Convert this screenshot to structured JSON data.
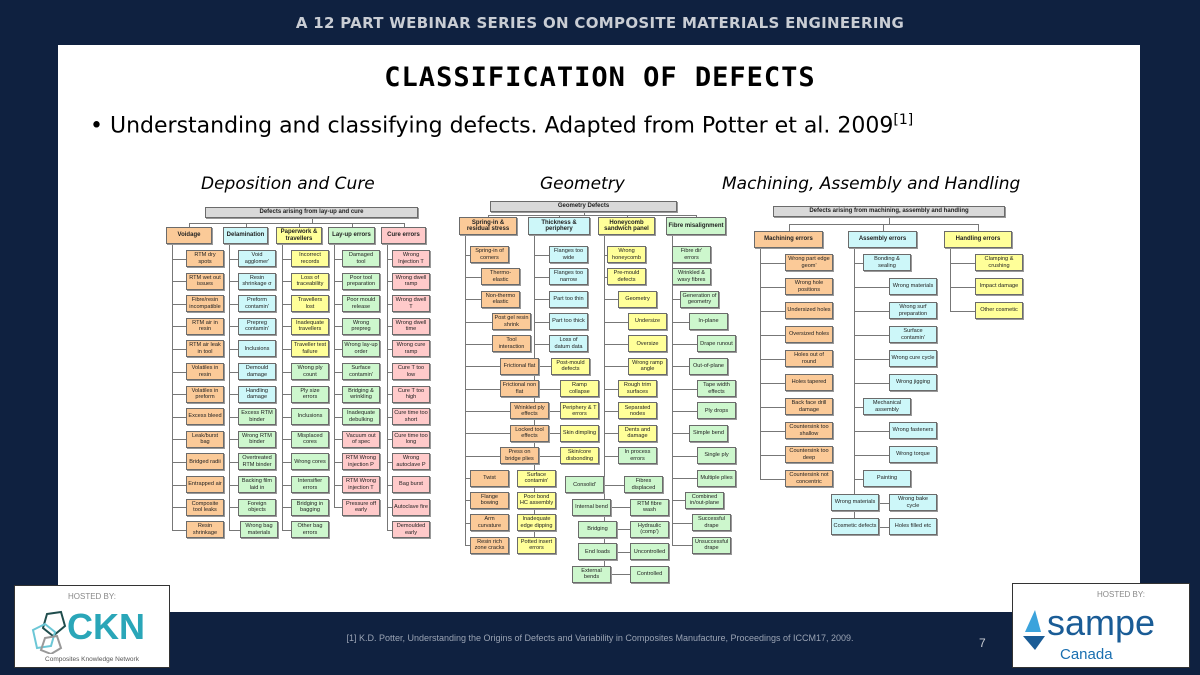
{
  "series_title": "A 12 PART WEBINAR SERIES ON COMPOSITE MATERIALS ENGINEERING",
  "title": "CLASSIFICATION OF DEFECTS",
  "bullet": {
    "text": "Understanding and classifying defects. Adapted from Potter et al. 2009",
    "ref": "[1]"
  },
  "colors": {
    "orange": "#fbca98",
    "cyan": "#cdf7f9",
    "yellow": "#ffff99",
    "green": "#cdf7cd",
    "pink": "#ffcaca",
    "grey": "#d9d9d9",
    "background": "#0f2140"
  },
  "diagrams": [
    {
      "subtitle": "Deposition and Cure",
      "root": "Defects arising from lay-up and cure",
      "categories": [
        {
          "label": "Voidage",
          "color": "orange"
        },
        {
          "label": "Delamination",
          "color": "cyan"
        },
        {
          "label": "Paperwork & travellers",
          "color": "yellow"
        },
        {
          "label": "Lay-up errors",
          "color": "green"
        },
        {
          "label": "Cure errors",
          "color": "pink"
        }
      ],
      "groups": [
        {
          "color": "orange",
          "items": [
            "RTM dry spots",
            "RTM wet out issues",
            "Fibre/resin incompatible",
            "RTM air in resin",
            "RTM air leak in tool",
            "Volatiles in resin",
            "Volatiles in preform",
            "Excess bleed",
            "Leak/burst bag",
            "Bridged radii",
            "Entrapped air",
            "Composite tool leaks",
            "Resin shrinkage"
          ]
        },
        {
          "color": "cyan",
          "items": [
            "Void agglomer'",
            "Resin shrinkage σ",
            "Preform contamin'",
            "Prepreg contamin'",
            "Inclusions",
            "Demould damage",
            "Handling damage"
          ]
        },
        {
          "color": "green",
          "items": [
            "Excess RTM binder",
            "Wrong RTM binder",
            "Overtreated RTM binder",
            "Backing film laid in",
            "Foreign objects"
          ]
        },
        {
          "color": "green",
          "items": [
            "Wrong bag materials"
          ]
        },
        {
          "color": "yellow",
          "items": [
            "Incorrect records",
            "Loss of traceability",
            "Travellers lost",
            "Inadequate travellers",
            "Traveller test failure"
          ]
        },
        {
          "color": "green",
          "items": [
            "Wrong ply count",
            "Ply size errors",
            "Inclusions",
            "Misplaced cores",
            "Wrong cores",
            "Intensifier errors",
            "Bridging in bagging",
            "Other bag errors"
          ]
        },
        {
          "color": "green",
          "items": [
            "Damaged tool",
            "Poor tool preparation",
            "Poor mould release",
            "Wrong prepreg",
            "Wrong lay-up order",
            "Surface contamin'",
            "Bridging & wrinkling",
            "Inadequate debulking"
          ]
        },
        {
          "color": "pink",
          "items": [
            "Vacuum out of spec",
            "RTM Wrong injection P",
            "RTM Wrong injection T",
            "Pressure off early"
          ]
        },
        {
          "color": "pink",
          "items": [
            "Wrong Injection T",
            "Wrong dwell ramp",
            "Wrong dwell T",
            "Wrong dwell time",
            "Wrong cure ramp",
            "Cure T too low",
            "Cure T too high",
            "Cure time too short",
            "Cure time too long",
            "Wrong autoclave P",
            "Bag burst",
            "Autoclave fire",
            "Demoulded early"
          ]
        }
      ]
    },
    {
      "subtitle": "Geometry",
      "root": "Geometry Defects",
      "categories": [
        {
          "label": "Spring-in & residual stress",
          "color": "orange"
        },
        {
          "label": "Thickness & periphery",
          "color": "cyan"
        },
        {
          "label": "Honeycomb sandwich panel",
          "color": "yellow"
        },
        {
          "label": "Fibre misalignment",
          "color": "green"
        }
      ],
      "groups": [
        {
          "color": "orange",
          "items": [
            "Spring-in of corners",
            "Thermo-elastic",
            "Non-thermo elastic",
            "Post gel resin shrink",
            "Tool interaction",
            "Frictional flat",
            "Frictional non flat",
            "Wrinkled ply effects",
            "Locked tool effects",
            "Press on bridge plies",
            "Twist",
            "Flange bowing",
            "Arm curvature",
            "Resin rich zone cracks"
          ]
        },
        {
          "color": "cyan",
          "items": [
            "Flanges too wide",
            "Flanges too narrow",
            "Part too thin",
            "Part too thick",
            "Loss of datum data"
          ]
        },
        {
          "color": "yellow",
          "items": [
            "Post-mould defects",
            "Ramp collapse",
            "Periphery & T errors",
            "Skin dimpling",
            "Skin/core disbonding",
            "Surface contamin'",
            "Poor bond HC assembly",
            "Inadequate edge dipping",
            "Potted insert errors"
          ]
        },
        {
          "color": "yellow",
          "items": [
            "Wrong honeycomb",
            "Pre-mould defects",
            "Geometry",
            "Undersize",
            "Oversize",
            "Wrong ramp angle",
            "Rough trim surfaces",
            "Separated nodes",
            "Dents and damage"
          ]
        },
        {
          "color": "green",
          "items": [
            "In process errors",
            "Consolid'",
            "Fibres displaced",
            "Internal bend",
            "RTM fibre wash",
            "Bridging",
            "Hydraulic (comp')",
            "End loads",
            "Uncontrolled",
            "External bends",
            "Controlled"
          ]
        },
        {
          "color": "green",
          "items": [
            "Fibre dir' errors",
            "Wrinkled & wavy fibres",
            "Generation of geometry",
            "In-plane",
            "Drape runout",
            "Out-of-plane",
            "Tape width effects",
            "Ply drops",
            "Simple bend",
            "Single ply",
            "Multiple plies",
            "Combined in/out-plane",
            "Successful drape",
            "Unsuccessful drape"
          ]
        }
      ]
    },
    {
      "subtitle": "Machining, Assembly and Handling",
      "root": "Defects arising from machining, assembly and handling",
      "categories": [
        {
          "label": "Machining errors",
          "color": "orange"
        },
        {
          "label": "Assembly errors",
          "color": "cyan"
        },
        {
          "label": "Handling errors",
          "color": "yellow"
        }
      ],
      "groups": [
        {
          "color": "orange",
          "items": [
            "Wrong part edge geom'",
            "Wrong hole positions",
            "Undersized holes",
            "Oversized holes",
            "Holes out of round",
            "Holes tapered",
            "Back face drill damage",
            "Countersink too shallow",
            "Countersink too deep",
            "Countersink not concentric"
          ]
        },
        {
          "color": "cyan",
          "items": [
            "Bonding & sealing",
            "Wrong materials",
            "Wrong surf preparation",
            "Surface contamin'",
            "Wrong cure cycle",
            "Wrong jigging",
            "Mechanical assembly",
            "Wrong fasteners",
            "Wrong torque",
            "Painting",
            "Wrong materials",
            "Wrong bake cycle",
            "Cosmetic defects",
            "Holes filled etc"
          ]
        },
        {
          "color": "yellow",
          "items": [
            "Clamping & crushing",
            "Impact damage",
            "Other cosmetic"
          ]
        }
      ]
    }
  ],
  "footer": {
    "citation": "[1] K.D. Potter, Understanding the Origins of Defects and Variability in Composites Manufacture, Proceedings of ICCM17, 2009.",
    "page_number": "7",
    "left_logo": {
      "hosted_by": "HOSTED BY:",
      "name": "CKN",
      "tagline": "Composites Knowledge Network"
    },
    "right_logo": {
      "hosted_by": "HOSTED BY:",
      "name": "sampe",
      "region": "Canada"
    }
  }
}
